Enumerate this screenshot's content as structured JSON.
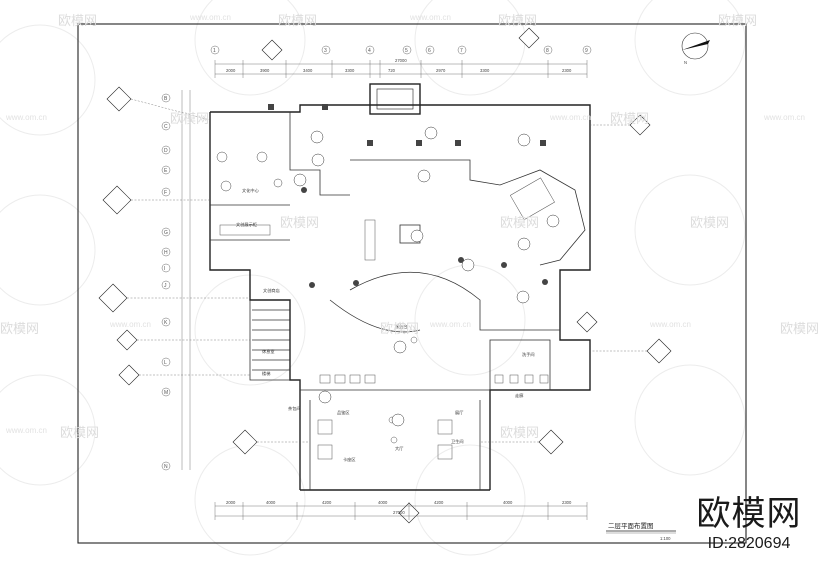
{
  "drawing": {
    "title": "二层平面布置图",
    "scale_text": "1:100",
    "brand_name": "欧模网",
    "brand_id": "ID:2820694",
    "watermark_name": "欧模网",
    "watermark_url": "www.om.cn",
    "dims_top": [
      "2000",
      "3900",
      "3400",
      "3300",
      "720",
      "2970",
      "3300",
      "2300"
    ],
    "dims_top_total": "27000",
    "dims_bottom": [
      "2000",
      "4000",
      "4200",
      "4000",
      "4200",
      "4000",
      "2300"
    ],
    "dims_bottom_total": "27000",
    "axis_top": [
      "1",
      "2",
      "3",
      "4",
      "5",
      "6",
      "7",
      "8",
      "9"
    ],
    "axis_left": [
      "B",
      "C",
      "D",
      "E",
      "F",
      "G",
      "H",
      "I",
      "J",
      "K",
      "L",
      "M",
      "N"
    ],
    "rooms": {
      "r1": "文化中心",
      "r2": "文创展示柜",
      "r3": "文创商店",
      "r4": "休息室",
      "r5": "楼梯",
      "r6": "茶包间",
      "r7": "品鉴区",
      "r8": "走廊",
      "r9": "洗手间",
      "r10": "服务台",
      "r11": "卡座区",
      "r12": "大厅",
      "r13": "展厅",
      "r14": "卫生间"
    }
  }
}
